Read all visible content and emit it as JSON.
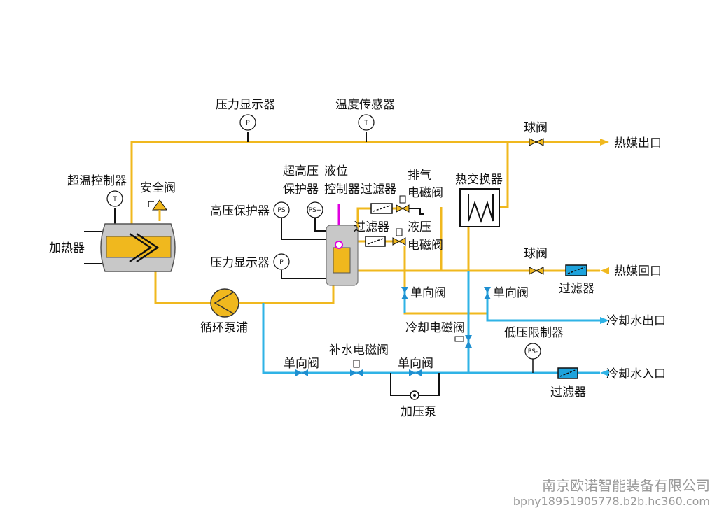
{
  "colors": {
    "heat_line": "#f0b81e",
    "cool_line": "#2fb3e6",
    "valve_blue": "#1e8fd0",
    "filter_blue": "#1ea3dc",
    "electric_line": "#111111",
    "level_line": "#e000e0",
    "vessel_gray": "#c8c8c8"
  },
  "labels": {
    "pressure_display_top": "压力显示器",
    "temp_sensor": "温度传感器",
    "ball_valve_top": "球阀",
    "heat_outlet": "热媒出口",
    "overheat_controller": "超温控制器",
    "safety_valve": "安全阀",
    "ultra_hp_protector_1": "超高压",
    "ultra_hp_protector_2": "保护器",
    "level_controller_1": "液位",
    "level_controller_2": "控制器",
    "filter_1": "过滤器",
    "exhaust_valve_1": "排气",
    "exhaust_valve_2": "电磁阀",
    "heat_exchanger": "热交换器",
    "hp_protector": "高压保护器",
    "filter_2": "过滤器",
    "hyd_valve_1": "液压",
    "hyd_valve_2": "电磁阀",
    "heater": "加热器",
    "pressure_display_mid": "压力显示器",
    "ball_valve_mid": "球阀",
    "heat_return": "热媒回口",
    "check_valve_1": "单向阀",
    "check_valve_2": "单向阀",
    "filter_3": "过滤器",
    "circ_pump": "循环泵浦",
    "cooling_out": "冷却水出口",
    "cool_solenoid": "冷却电磁阀",
    "lp_limiter": "低压限制器",
    "makeup_valve": "补水电磁阀",
    "check_valve_3": "单向阀",
    "check_valve_4": "单向阀",
    "cooling_in": "冷却水入口",
    "filter_4": "过滤器",
    "booster_pump": "加压泵"
  },
  "gauges": {
    "p_top": "P",
    "t_top": "T",
    "t_heater": "T",
    "ps": "PS",
    "ps_plus": "PS+",
    "p_mid": "P",
    "ps_minus": "PS-"
  },
  "watermark": {
    "company": "南京欧诺智能装备有限公司",
    "url": "bpny18951905778.b2b.hc360.com"
  }
}
